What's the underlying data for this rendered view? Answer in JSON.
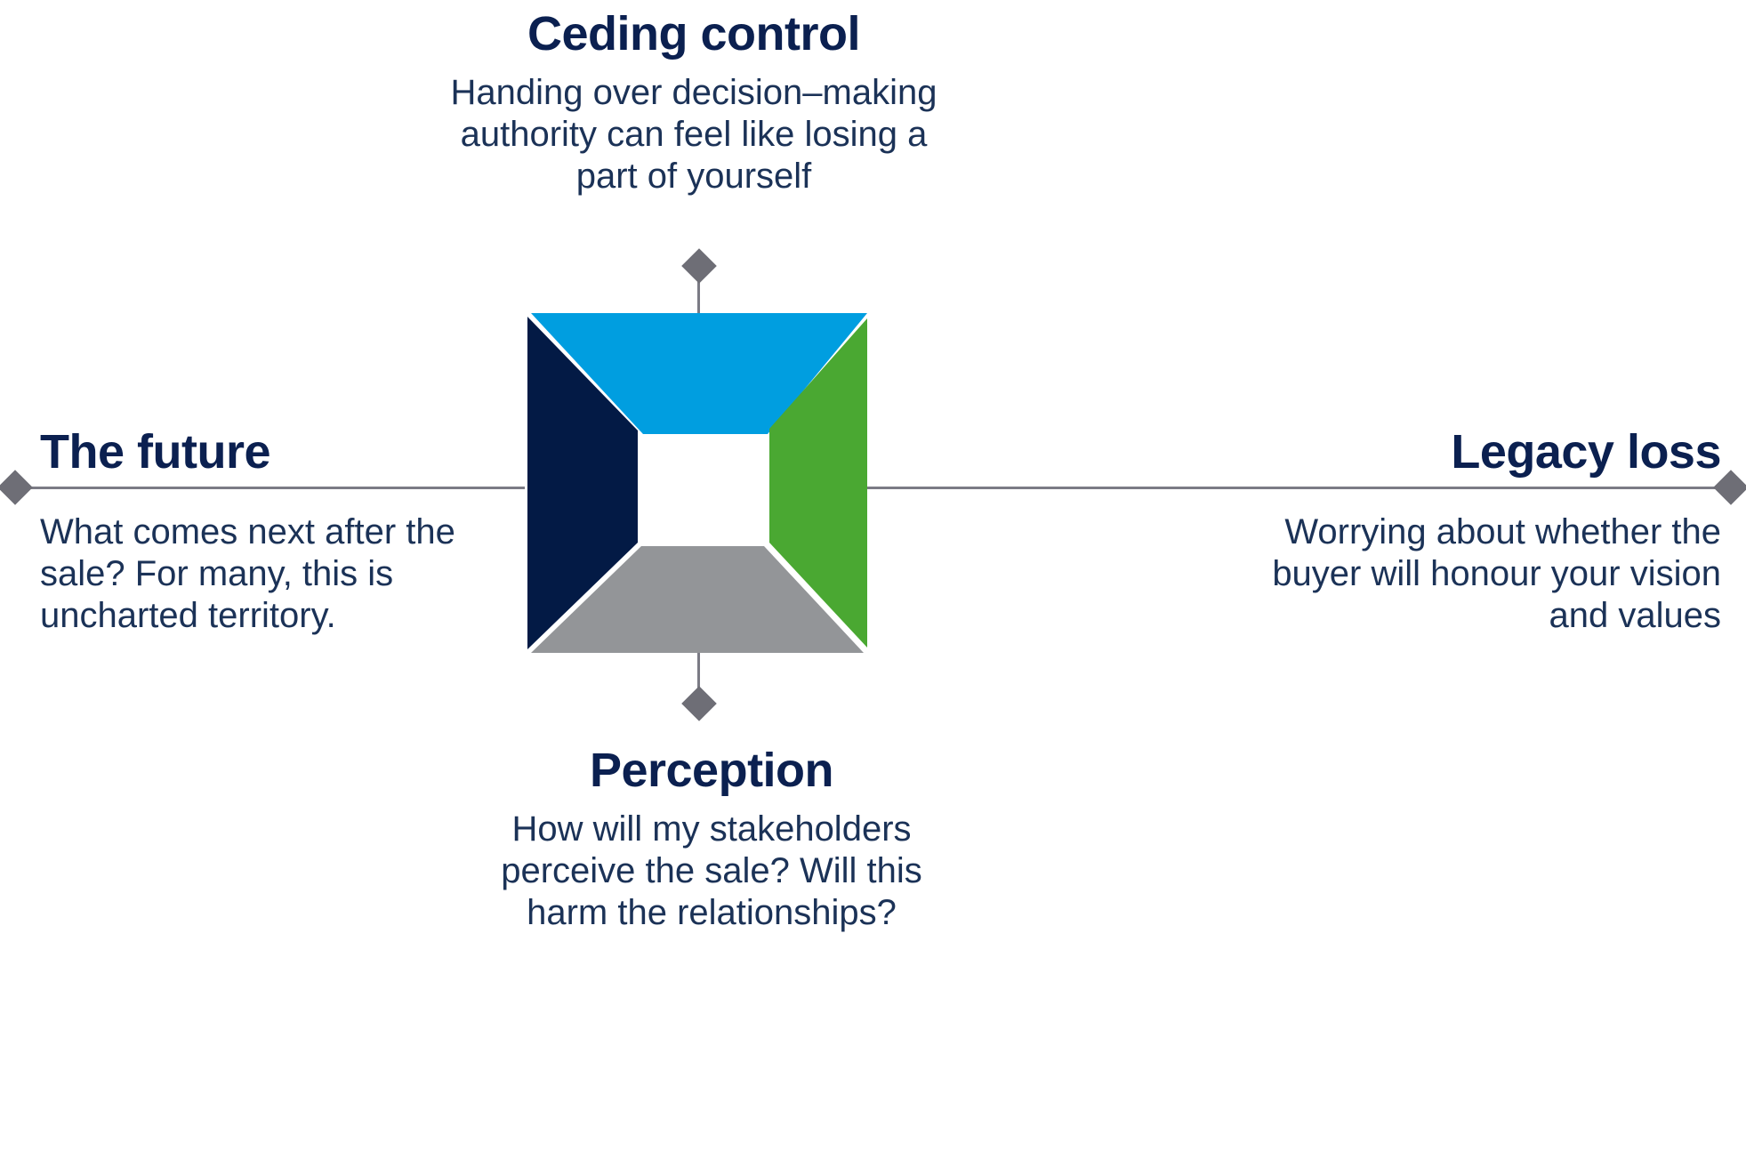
{
  "diagram": {
    "type": "four-quadrant-radial-callout",
    "center_graphic": {
      "name": "exploded-square",
      "segments": [
        {
          "id": "top",
          "color": "#009ee0",
          "label_ref": "top"
        },
        {
          "id": "right",
          "color": "#4aa832",
          "label_ref": "right"
        },
        {
          "id": "bottom",
          "color": "#939598",
          "label_ref": "bottom"
        },
        {
          "id": "left",
          "color": "#031a45",
          "label_ref": "left"
        }
      ]
    },
    "connector_color": "#7b7b85",
    "marker_color": "#6e6e76",
    "heading_color": "#0b2050",
    "body_color": "#1b3257"
  },
  "callouts": {
    "top": {
      "heading": "Ceding control",
      "body": "Handing over decision–making authority can feel like losing a part of yourself"
    },
    "left": {
      "heading": "The future",
      "body": "What comes next after the sale? For many, this is uncharted territory."
    },
    "right": {
      "heading": "Legacy loss",
      "body": "Worrying about whether the buyer will honour your vision and values"
    },
    "bottom": {
      "heading": "Perception",
      "body": "How will my stakeholders perceive the sale? Will this harm the relationships?"
    }
  }
}
